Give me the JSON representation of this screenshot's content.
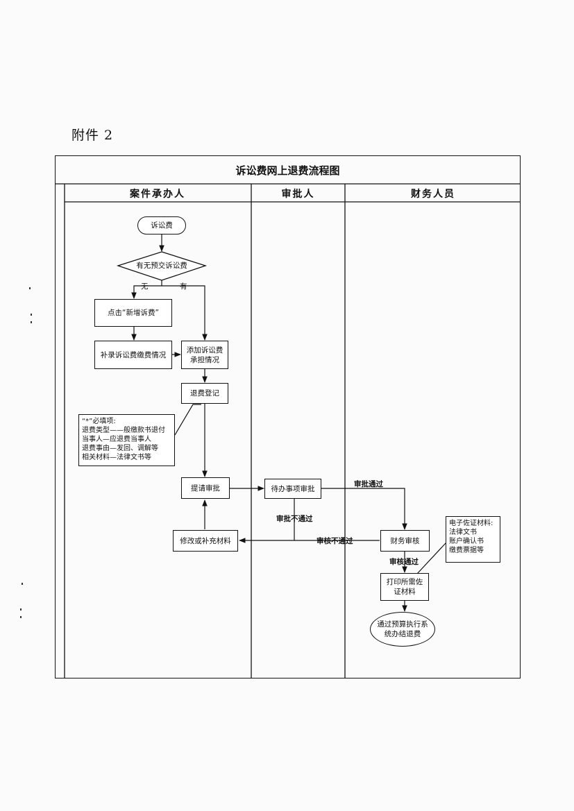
{
  "attachment_label": "附件 2",
  "chart_title": "诉讼费网上退费流程图",
  "lanes": [
    "案件承办人",
    "审批人",
    "财务人员"
  ],
  "nodes": {
    "start": "诉讼费",
    "decision": "有无预交诉讼费",
    "click_new": "点击“新增诉费”",
    "supplement": "补录诉讼费缴费情况",
    "add_burden": "添加诉讼费\n承担情况",
    "refund_register": "退费登记",
    "submit_approval": "提请审批",
    "modify_material": "修改或补充材料",
    "pending_approval": "待办事项审批",
    "finance_review": "财务审核",
    "print_material": "打印所需佐\n证材料",
    "budget_settle": "通过预算执行系\n统办结退费"
  },
  "notes": {
    "required_fields": "“*”必填项:\n退费类型——般缴款书退付\n当事人—应退费当事人\n退费事由—发回、调解等\n相关材料—法律文书等",
    "evidence": "电子佐证材料:\n法律文书\n账户确认书\n缴费票据等"
  },
  "edge_labels": {
    "no": "无",
    "yes": "有",
    "approved": "审批通过",
    "rejected": "审批不通过",
    "review_failed": "审核不通过",
    "review_passed": "审核通过"
  }
}
